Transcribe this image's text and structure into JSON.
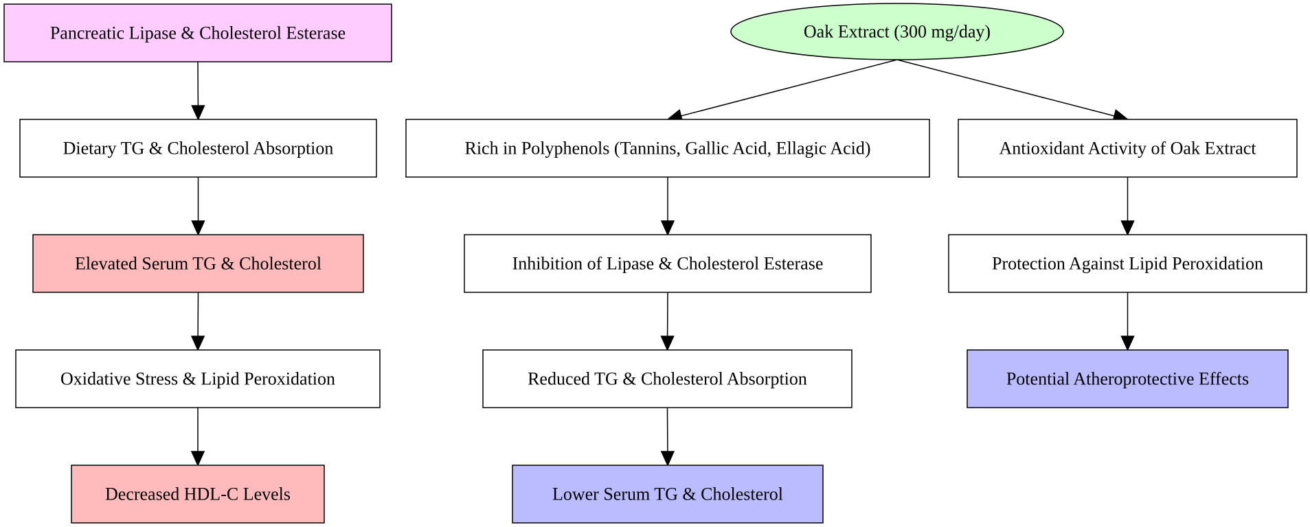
{
  "nodes": [
    {
      "id": "lipase",
      "label": "Pancreatic Lipase & Cholesterol Esterase",
      "fill": "#ffccff",
      "shape": "box"
    },
    {
      "id": "dietary",
      "label": "Dietary TG & Cholesterol Absorption",
      "fill": "#ffffff",
      "shape": "box"
    },
    {
      "id": "elevated",
      "label": "Elevated Serum TG & Cholesterol",
      "fill": "#ffbbbb",
      "shape": "box"
    },
    {
      "id": "oxidative",
      "label": "Oxidative Stress & Lipid Peroxidation",
      "fill": "#ffffff",
      "shape": "box"
    },
    {
      "id": "hdl",
      "label": "Decreased HDL-C Levels",
      "fill": "#ffbbbb",
      "shape": "box"
    },
    {
      "id": "oak",
      "label": "Oak Extract (300 mg/day)",
      "fill": "#ccffcc",
      "shape": "ellipse"
    },
    {
      "id": "polyphenols",
      "label": "Rich in Polyphenols (Tannins, Gallic Acid, Ellagic Acid)",
      "fill": "#ffffff",
      "shape": "box"
    },
    {
      "id": "antioxidant",
      "label": "Antioxidant Activity of Oak Extract",
      "fill": "#ffffff",
      "shape": "box"
    },
    {
      "id": "inhibition",
      "label": "Inhibition of Lipase & Cholesterol Esterase",
      "fill": "#ffffff",
      "shape": "box"
    },
    {
      "id": "protection",
      "label": "Protection Against Lipid Peroxidation",
      "fill": "#ffffff",
      "shape": "box"
    },
    {
      "id": "reduced",
      "label": "Reduced TG & Cholesterol Absorption",
      "fill": "#ffffff",
      "shape": "box"
    },
    {
      "id": "athero",
      "label": "Potential Atheroprotective Effects",
      "fill": "#bbbbff",
      "shape": "box"
    },
    {
      "id": "lower",
      "label": "Lower Serum TG & Cholesterol",
      "fill": "#bbbbff",
      "shape": "box"
    }
  ],
  "edges": [
    {
      "from": "lipase",
      "to": "dietary"
    },
    {
      "from": "dietary",
      "to": "elevated"
    },
    {
      "from": "elevated",
      "to": "oxidative"
    },
    {
      "from": "oxidative",
      "to": "hdl"
    },
    {
      "from": "oak",
      "to": "polyphenols"
    },
    {
      "from": "oak",
      "to": "antioxidant"
    },
    {
      "from": "polyphenols",
      "to": "inhibition"
    },
    {
      "from": "inhibition",
      "to": "reduced"
    },
    {
      "from": "reduced",
      "to": "lower"
    },
    {
      "from": "antioxidant",
      "to": "protection"
    },
    {
      "from": "protection",
      "to": "athero"
    }
  ]
}
